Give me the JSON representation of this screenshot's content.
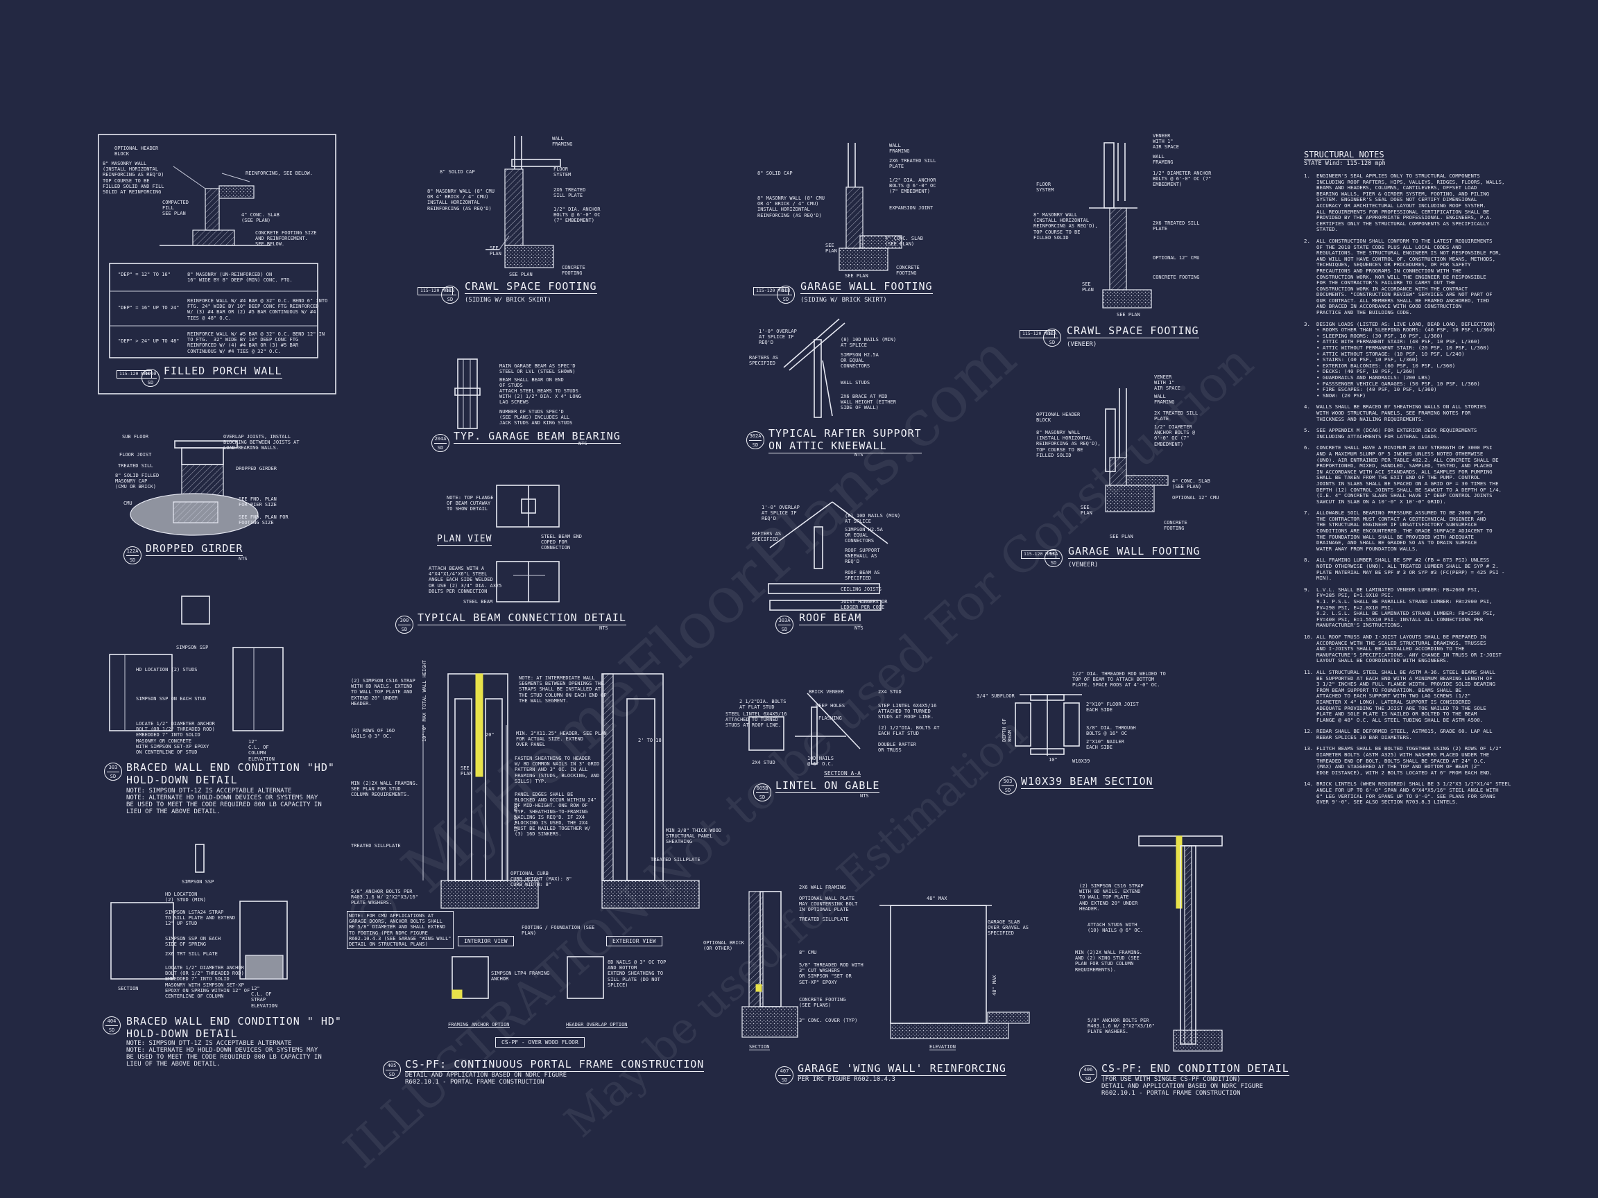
{
  "colors": {
    "background": "#232842",
    "linework": "#e6e8f2",
    "highlight": "#e8e24a",
    "stone": "#8f939f"
  },
  "watermark": {
    "line1": "© MyHomeFloorPlans.com",
    "line2": "ILLUSTRATION Not to be used For Construction",
    "line3": "May be used for Estimation"
  },
  "filled_porch": {
    "title": "FILLED PORCH WALL",
    "mph": "115-120\nMPH",
    "bubble": [
      "1060",
      "SD"
    ],
    "labels": {
      "header": "OPTIONAL HEADER\nBLOCK",
      "wall": "8\" MASONRY WALL\n(INSTALL HORIZONTAL\nREINFORCING AS REQ'D)\nTOP COURSE TO BE\nFILLED SOLID AND FILL\nSOLID AT REINFORCING",
      "reinf": "REINFORCING, SEE BELOW.",
      "slab": "4\" CONC. SLAB\n(SEE PLAN)",
      "footing": "CONCRETE FOOTING SIZE\nAND REINFORCEMENT.\nSEE BELOW.",
      "fill": "COMPACTED\nFILL\nSEE PLAN"
    },
    "table": [
      {
        "k": "\"DEP\" = 12\" TO 16\"",
        "v": "8\" MASONRY (UN-REINFORCED) ON\n16\" WIDE BY 8\" DEEP (MIN) CONC. FTG."
      },
      {
        "k": "\"DEP\" = 16\" UP TO 24\"",
        "v": "REINFORCE WALL W/ #4 BAR @ 32\" O.C. BEND 6\" INTO\nFTG. 24\" WIDE BY 10\" DEEP CONC FTG REINFORCED\nW/ (3) #4 BAR OR (2) #5 BAR CONTINUOUS W/ #4\nTIES @ 48\" O.C."
      },
      {
        "k": "\"DEP\" > 24\" UP TO 48\"",
        "v": "REINFORCE WALL W/ #5 BAR @ 32\" O.C. BEND 12\" IN\nTO FTG.  32\" WIDE BY 10\" DEEP CONC FTG\nREINFORCED W/ (4) #4 BAR OR (3) #5 BAR\nCONTINUOUS W/ #4 TIES @ 32\" O.C."
      }
    ]
  },
  "crawl_brick": {
    "title": "CRAWL SPACE FOOTING",
    "sub": "(SIDING W/ BRICK SKIRT)",
    "mph": "115-120\nMPH",
    "bubble": [
      "11B",
      "SD"
    ],
    "labels": {
      "framing": "WALL\nFRAMING",
      "cap": "8\" SOLID CAP",
      "wall": "8\" MASONRY WALL (8\" CMU\nOR 4\" BRICK / 4\" CMU)\nINSTALL HORIZONTAL\nREINFORCING (AS REQ'D)",
      "floor": "FLOOR\nSYSTEM",
      "sill": "2x6 TREATED\nSILL PLATE",
      "bolt": "1/2\" DIA. ANCHOR\nBOLTS @ 6'-0\" OC\n(7\" EMBEDMENT)",
      "footing": "CONCRETE\nFOOTING",
      "see": "SEE PLAN",
      "grade": "SEE\nPLAN"
    }
  },
  "garage_brick": {
    "title": "GARAGE WALL FOOTING",
    "sub": "(SIDING W/ BRICK SKIRT)",
    "mph": "115-120\nMPH",
    "bubble": [
      "11B",
      "SD"
    ],
    "labels": {
      "framing": "WALL\nFRAMING",
      "cap": "8\" SOLID CAP",
      "sill": "2x6 TREATED SILL\nPLATE",
      "bolt": "1/2\" DIA. ANCHOR\nBOLTS @ 6'-0\" OC\n(7\" EMBEDMENT)",
      "wall": "8\" MASONRY WALL (8\" CMU\nOR 4\" BRICK / 4\" CMU)\nINSTALL HORIZONTAL\nREINFORCING (AS REQ'D)",
      "exp": "EXPANSION JOINT",
      "slab": "4\" CONC. SLAB\n(SEE PLAN)",
      "footing": "CONCRETE\nFOOTING",
      "see": "SEE PLAN",
      "grade": "SEE\nPLAN"
    }
  },
  "crawl_veneer": {
    "title": "CRAWL SPACE FOOTING",
    "sub": "(VENEER)",
    "mph": "115-120\nMPH",
    "bubble": [
      "12A",
      "SD"
    ],
    "labels": {
      "veneer": "VENEER\nWITH 1\"\nAIR SPACE",
      "framing": "WALL\nFRAMING",
      "bolt": "1/2\" DIAMETER ANCHOR\nBOLTS @ 6'-0\" OC (7\"\nEMBEDMENT)",
      "floor": "FLOOR\nSYSTEM",
      "wall": "8\" MASONRY WALL\n(INSTALL HORIZONTAL\nREINFORCING AS REQ'D),\nTOP COURSE TO BE\nFILLED SOLID",
      "sill": "2x6 TREATED SILL\nPLATE",
      "cmu": "OPTIONAL 12\" CMU",
      "footing": "CONCRETE FOOTING",
      "see": "SEE PLAN",
      "grade": "SEE\nPLAN"
    }
  },
  "garage_veneer": {
    "title": "GARAGE WALL FOOTING",
    "sub": "(VENEER)",
    "mph": "115-120\nMPH",
    "bubble": [
      "13A",
      "SD"
    ],
    "labels": {
      "veneer": "VENEER\nWITH 1\"\nAIR SPACE",
      "framing": "WALL\nFRAMING",
      "sill": "2x TREATED SILL\nPLATE",
      "bolt": "1/2\" DIAMETER\nANCHOR BOLTS @\n6'-0\" OC (7\"\nEMBEDMENT)",
      "header": "OPTIONAL HEADER\nBLOCK",
      "wall": "8\" MASONRY WALL\n(INSTALL HORIZONTAL\nREINFORCING AS REQ'D),\nTOP COURSE TO BE\nFILLED SOLID",
      "slab": "4\" CONC. SLAB\n(SEE PLAN)",
      "cmu": "OPTIONAL 12\" CMU",
      "footing": "CONCRETE\nFOOTING",
      "see": "SEE PLAN",
      "grade": "SEE\nPLAN"
    }
  },
  "garage_beam": {
    "title": "TYP. GARAGE BEAM BEARING",
    "nts": "NTS",
    "bubble": [
      "204A",
      "SD"
    ],
    "labels": {
      "a": "MAIN GARAGE BEAM AS SPEC'D\nSTEEL OR LVL (STEEL SHOWN)",
      "b": "BEAM SHALL BEAR ON END\nOF STUDS",
      "c": "ATTACH STEEL BEAMS TO STUDS\nWITH (2) 1/2\" DIA. X 4\" LONG\nLAG SCREWS",
      "d": "NUMBER OF STUDS SPEC'D\n(SEE PLANS) INCLUDES ALL\nJACK STUDS AND KING STUDS"
    }
  },
  "rafter_support": {
    "title": "TYPICAL RAFTER SUPPORT\nON ATTIC KNEEWALL",
    "nts": "NTS",
    "bubble": [
      "302A",
      "SD"
    ],
    "labels": {
      "overlap": "1'-0\" OVERLAP\nAT SPLICE IF\nREQ'D",
      "rafters": "RAFTERS AS\nSPECIFIED",
      "nails": "(8) 10d NAILS (MIN)\nAT SPLICE",
      "simp": "SIMPSON H2.5A\nOR EQUAL\nCONNECTORS",
      "studs": "WALL STUDS",
      "brace": "2x6 BRACE AT MID\nWALL HEIGHT (EITHER\nSIDE OF WALL)"
    }
  },
  "beam_conn": {
    "title": "TYPICAL BEAM CONNECTION DETAIL",
    "nts": "NTS",
    "bubble": [
      "300",
      "SD"
    ],
    "plan": "PLAN VIEW",
    "labels": {
      "note": "NOTE: TOP FLANGE\nOF BEAM CUTAWAY\nTO SHOW DETAIL",
      "end": "STEEL BEAM END\nCOPED FOR\nCONNECTION",
      "attach": "ATTACH BEAMS WITH A\n4\"x4\"x1/4\"x6\"L STEEL\nANGLE EACH SIDE WELDED\nOR USE (2) 3/4\" DIA. A325\nBOLTS PER CONNECTION",
      "steel": "STEEL BEAM"
    }
  },
  "roof_beam": {
    "title": "ROOF BEAM",
    "nts": "NTS",
    "bubble": [
      "303A",
      "SD"
    ],
    "labels": {
      "overlap": "1'-0\" OVERLAP\nAT SPLICE IF\nREQ'D",
      "rafters": "RAFTERS AS\nSPECIFIED",
      "nails": "(8) 10d NAILS (MIN)\nAT SPLICE",
      "simp": "SIMPSON H2.5A\nOR EQUAL\nCONNECTORS",
      "support": "ROOF SUPPORT\nKNEEWALL AS\nREQ'D",
      "beam": "ROOF BEAM AS\nSPECIFIED",
      "ceiling": "CEILING JOISTS",
      "joist": "JOIST HANGERS OR\nLEDGER PER CODE"
    }
  },
  "dropped_girder": {
    "title": "DROPPED GIRDER",
    "nts": "NTS",
    "bubble": [
      "122A",
      "SD"
    ],
    "labels": {
      "sub": "SUB FLOOR",
      "joist": "FLOOR JOIST",
      "sill": "TREATED SILL",
      "pier": "8\" SOLID FILLED\nMASONRY CAP\n(CMU OR BRICK)",
      "cmu": "CMU",
      "overlap": "OVERLAP JOISTS, INSTALL\nBLOCKING BETWEEN JOISTS AT\nLOAD BEARING WALLS.",
      "dropped": "DROPPED GIRDER",
      "ftg": "SEE FND. PLAN\nFOR PIER SIZE",
      "ftg2": "SEE FND. PLAN FOR\nFOOTING SIZE"
    }
  },
  "braced_303": {
    "title": "BRACED WALL END CONDITION \"HD\"\nHOLD-DOWN DETAIL",
    "bubble": [
      "303",
      "SD"
    ],
    "simpson": "SIMPSON SSP",
    "note": "NOTE: SIMPSON DTT-1Z IS ACCEPTABLE ALTERNATE\nNOTE: ALTERNATE HD HOLD-DOWN DEVICES OR SYSTEMS MAY\nBE USED TO MEET THE CODE REQUIRED 800 LB CAPACITY IN\nLIEU OF THE ABOVE DETAIL.",
    "labels": {
      "a": "HD LOCATION (2) STUDS",
      "b": "SIMPSON SSP ON EACH STUD",
      "c": "LOCATE 1/2\" DIAMETER ANCHOR\nBOLT (OR 1/2\" THREADED ROD)\nEMBEDDED 7\" INTO SOLID\nMASONRY OR CONCRETE\nWITH SIMPSON SET-XP EPOXY\nON CENTERLINE OF STUD",
      "d": "12\"\nC.L. OF\nCOLUMN\nELEVATION"
    }
  },
  "braced_404": {
    "title": "BRACED WALL END CONDITION \" HD\"\nHOLD-DOWN DETAIL",
    "bubble": [
      "404",
      "SD"
    ],
    "simpson": "SIMPSON SSP",
    "note": "NOTE: SIMPSON DTT-1Z IS ACCEPTABLE ALTERNATE\nNOTE: ALTERNATE HD HOLD-DOWN DEVICES OR SYSTEMS MAY\nBE USED TO MEET THE CODE REQUIRED 800 LB CAPACITY IN\nLIEU OF THE ABOVE DETAIL.",
    "labels": {
      "a": "HD LOCATION\n(2) STUD (MIN)",
      "b": "SIMPSON LSTA24 STRAP\nTO SILL PLATE AND EXTEND\n12\" UP STUD",
      "c": "SIMPSON SSP ON EACH\nSIDE OF SPRING",
      "d": "2x6 TRT SILL PLATE",
      "e": "LOCATE 1/2\" DIAMETER ANCHOR\nBOLT (OR 1/2\" THREADED ROD)\nEMBEDDED 7\" INTO SOLID\nMASONRY WITH SIMPSON SET-XP\nEPOXY ON SPRING WITHIN 12\" OF\nCENTERLINE OF COLUMN",
      "f": "12\"\nC.L. OF\nSTRAP\nELEVATION",
      "sec": "SECTION"
    }
  },
  "portal": {
    "title": "CS-PF: CONTINUOUS PORTAL FRAME CONSTRUCTION",
    "sub": "DETAIL AND APPLICATION BASED ON NDRC FIGURE\nR602.10.1 - PORTAL FRAME CONSTRUCTION",
    "bubble": [
      "405",
      "SD"
    ],
    "labels": {
      "strap": "(2) SIMPSON CS16 STRAP\nWITH 8d NAILS. EXTEND\nTO WALL TOP PLATE AND\nEXTEND 20\" UNDER\nHEADER.",
      "rows": "(2) ROWS OF 16d\nNAILS @ 3\" OC.",
      "note": "NOTE: AT INTERMEDIATE WALL\nSEGMENTS BETWEEN OPENINGS THE\nSTRAPS SHALL BE INSTALLED AT\nTHE STUD COLUMN ON EACH END OF\nTHE WALL SEGMENT.",
      "header": "MIN. 3\"x11.25\" HEADER. SEE PLAN\nFOR ACTUAL SIZE. EXTEND\nOVER PANEL",
      "sheath": "FASTEN SHEATHING TO HEADER\nW/ 8d COMMON NAILS IN 3\" GRID\nPATTERN AND 3\" OC. IN ALL\nFRAMING (STUDS, BLOCKING, AND\nSILLS) TYP.",
      "edges": "PANEL EDGES SHALL BE\nBLOCKED AND OCCUR WITHIN 24\"\nOF MID-HEIGHT. ONE ROW OF\nTYP. SHEATHING-TO-FRAMING\nNAILING IS REQ'D. IF 2x4\nBLOCKING IS USED, THE 2x4\nMUST BE NAILED TOGETHER W/\n(3) 16d SINKERS.",
      "min": "MIN (2)2X WALL FRAMING.\nSEE PLAN FOR STUD\nCOLUMN REQUIREMENTS.",
      "sill": "TREATED SILLPLATE",
      "anchor": "5/8\" ANCHOR BOLTS PER\nR403.1.6 W/ 2\"x2\"x3/16\"\nPLATE WASHERS.",
      "note2": "NOTE: FOR CMU APPLICATIONS AT\nGARAGE DOORS, ANCHOR BOLTS SHALL\nBE 5/8\" DIAMETER AND SHALL EXTEND\nTO FOOTING (PER NDRC FIGURE\nR602.10.4.3 (SEE GARAGE \"WING WALL\"\nDETAIL ON STRUCTURAL PLANS)",
      "curb": "OPTIONAL CURB\nCURB HEIGHT (MAX): 8\"\nCURB WIDTH: 8\"",
      "footing": "FOOTING / FOUNDATION (SEE\nPLAN)",
      "thick": "MIN 3/8\" THICK WOOD\nSTRUCTURAL PANEL\nSHEATHING",
      "sill2": "TREATED SILLPLATE",
      "int": "INTERIOR VIEW",
      "ext": "EXTERIOR VIEW",
      "frm": "FRAMING ANCHOR OPTION",
      "hdr": "HEADER OVERLAP OPTION",
      "lta": "SIMPSON LTP4 FRAMING\nANCHOR",
      "hn": "8d NAILS @ 3\" OC TOP\nAND BOTTOM\nEXTEND SHEATHING TO\nSILL PLATE (DO NOT\nSPLICE)",
      "over": "CS-PF - OVER WOOD FLOOR",
      "dim1": "2' TO 18'",
      "dim2": "10'-0\" MAX TOTAL WALL HEIGHT",
      "dim3": "12'-0\" MAX",
      "dim4": "20\"",
      "see": "SEE\nPLAN"
    }
  },
  "lintel": {
    "title": "LINTEL ON GABLE",
    "nts": "NTS",
    "bubble": [
      "605B",
      "SD"
    ],
    "sec": "SECTION A-A",
    "labels": {
      "bolts": "2 1/2\"dia. BOLTS\nAT FLAT STUD",
      "steel": "STEEL LINTEL 6x4x5/16\nATTACHED TO TURNED\nSTUDS AT ROOF LINE.",
      "brick": "BRICK VENEER",
      "weep": "WEEP HOLES",
      "flash": "FLASHING",
      "stud": "2x4 STUD",
      "nails": "10d NAILS\n@ 6\" O.C.",
      "right": "2x4 STUD",
      "lintel2": "STEP LINTEL 6x4x5/16\nATTACHED TO TURNED\nSTUDS AT ROOF LINE.",
      "bolt2": "(2) 1/2\"dia. BOLTS AT\nEACH FLAT STUD",
      "dbl": "DOUBLE RAFTER\nOR TRUSS"
    }
  },
  "w10": {
    "title": "W10x39 BEAM SECTION",
    "bubble": [
      "503",
      "SD"
    ],
    "labels": {
      "sub": "3/4\" SUBFLOOR",
      "rod": "1/2\" DIA. THREADED ROD WELDED TO\nTOP OF BEAM TO ATTACH BOTTOM\nPLATE. SPACE RODS AT 4'-0\" OC.",
      "joist": "2\"x10\" FLOOR JOIST\nEACH SIDE",
      "bolts": "3/8\" DIA. THROUGH\nBOLTS @ 16\" OC",
      "nailer": "2\"x10\" NAILER\nEACH SIDE",
      "w": "W10x39",
      "depth": "DEPTH OF\nBEAM",
      "dim": "10\""
    }
  },
  "wing": {
    "title": "GARAGE 'WING WALL' REINFORCING",
    "sub": "PER IRC FIGURE R602.10.4.3",
    "bubble": [
      "407",
      "SD"
    ],
    "labels": {
      "plate": "2x6 WALL FRAMING",
      "top": "OPTIONAL WALL PLATE\nMAY COUNTERSINK BOLT\nIN OPTIONAL PLATE",
      "sill": "TREATED SILLPLATE",
      "brick": "OPTIONAL BRICK\n(OR OTHER)",
      "cmu": "8\" CMU",
      "rod": "5/8\" THREADED ROD WITH\n3\" CUT WASHERS\nOR SIMPSON \"SET OR\nSET-XP\" EPOXY",
      "footing": "CONCRETE FOOTING\n(SEE PLANS)",
      "cover": "3\" CONC. COVER (TYP)",
      "slab": "GARAGE SLAB\nOVER GRAVEL AS\nSPECIFIED",
      "max": "48\" MAX",
      "max2": "48\" MAX",
      "sec": "SECTION",
      "elev": "ELEVATION"
    }
  },
  "end_cond": {
    "title": "CS-PF: END CONDITION DETAIL",
    "sub": "(FOR USE WITH SINGLE CS-PF CONDITION)\nDETAIL AND APPLICATION BASED ON NDRC FIGURE\nR602.10.1 - PORTAL FRAME CONSTRUCTION",
    "bubble": [
      "406",
      "SD"
    ],
    "labels": {
      "strap": "(2) SIMPSON CS16 STRAP\nWITH 8d NAILS. EXTEND\nTO WALL TOP PLATE\nAND EXTEND 20\" UNDER\nHEADER.",
      "attach": "ATTACH STUDS WITH\n(10) NAILS @ 6\" OC.",
      "min": "MIN (2)2X WALL FRAMING.\nAND (2) KING STUD (SEE\nPLAN FOR STUD COLUMN\nREQUIREMENTS).",
      "anchor": "5/8\" ANCHOR BOLTS PER\nR403.1.6 W/ 2\"x2\"x3/16\"\nPLATE WASHERS."
    }
  },
  "notes": {
    "title": "STRUCTURAL NOTES",
    "sub": "STATE Wind: 115-120 mph",
    "items": [
      {
        "n": "1.",
        "t": "ENGINEER'S SEAL APPLIES ONLY TO STRUCTURAL COMPONENTS\nINCLUDING ROOF RAFTERS, HIPS, VALLEYS, RIDGES, FLOORS, WALLS,\nBEAMS AND HEADERS, COLUMNS, CANTILEVERS, OFFSET LOAD\nBEARING WALLS, PIER & GIRDER SYSTEM, FOOTING, AND PILING\nSYSTEM.  ENGINEER'S SEAL DOES NOT CERTIFY DIMENSIONAL\nACCURACY OR ARCHITECTURAL LAYOUT INCLUDING ROOF SYSTEM.\nALL REQUIREMENTS FOR PROFESSIONAL CERTIFICATION SHALL BE\nPROVIDED BY THE APPROPRIATE PROFESSIONAL.  ENGINEERS, P.A.\nCERTIFIES ONLY THE STRUCTURAL COMPONENTS AS SPECIFICALLY\nSTATED."
      },
      {
        "n": "2.",
        "t": "ALL CONSTRUCTION SHALL CONFORM TO THE LATEST REQUIREMENTS\nOF THE 2018 STATE CODE PLUS ALL LOCAL CODES AND\nREGULATIONS. THE STRUCTURAL ENGINEER IS NOT RESPONSIBLE FOR,\nAND WILL NOT HAVE CONTROL OF, CONSTRUCTION MEANS, METHODS,\nTECHNIQUES, SEQUENCES OR PROCEDURES, OR FOR SAFETY\nPRECAUTIONS AND PROGRAMS IN CONNECTION WITH THE\nCONSTRUCTION WORK, NOR WILL THE ENGINEER BE RESPONSIBLE\nFOR THE CONTRACTOR'S FAILURE TO CARRY OUT THE\nCONSTRUCTION WORK IN ACCORDANCE WITH THE CONTRACT\nDOCUMENTS. \"CONSTRUCTION REVIEW\" SERVICES ARE NOT PART OF\nOUR CONTRACT. ALL MEMBERS SHALL BE FRAMED ANCHORED, TIED\nAND BRACED IN ACCORDANCE WITH GOOD CONSTRUCTION\nPRACTICE AND THE BUILDING CODE."
      },
      {
        "n": "3.",
        "t": "DESIGN LOADS (LISTED AS: LIVE LOAD, DEAD LOAD, DEFLECTION)\n•  ROOMS OTHER THAN SLEEPING ROOMS: (40 PSF, 10 PSF, L/360)\n•  SLEEPING ROOMS: (30 PSF, 10 PSF, L/360)\n•  ATTIC WITH PERMANENT STAIR: (40 PSF, 10 PSF, L/360)\n•  ATTIC WITHOUT PERMANENT STAIR: (20 PSF, 10 PSF, L/360)\n•  ATTIC WITHOUT STORAGE: (10 PSF, 10 PSF, L/240)\n•  STAIRS: (40 PSF, 10 PSF, L/360)\n•  EXTERIOR BALCONIES: (60 PSF, 10 PSF, L/360)\n•  DECKS: (40 PSF, 10 PSF, L/360)\n•  GUARDRAILS AND HANDRAILS: (200 LBS)\n•  PASSSENGER VEHICLE GARAGES: (50 PSF, 10 PSF, L/360)\n•  FIRE ESCAPES: (40 PSF, 10 PSF, L/360)\n•  SNOW: (20 PSF)"
      },
      {
        "n": "4.",
        "t": "WALLS SHALL BE BRACED BY SHEATHING WALLS ON ALL STORIES\nWITH WOOD STRUCTURAL PANELS, SEE FRAMING NOTES FOR\nTHICKNESS AND NAILING REQUIREMENTS."
      },
      {
        "n": "5.",
        "t": "SEE APPENDIX M (DCA6) FOR EXTERIOR DECK REQUIREMENTS\nINCLUDING ATTACHMENTS FOR LATERAL LOADS."
      },
      {
        "n": "6.",
        "t": "CONCRETE SHALL HAVE A MINIMUM 28 DAY STRENGTH OF 3000 PSI\nAND A MAXIMUM SLUMP OF 5 INCHES UNLESS NOTED OTHERWISE\n(UNO). AIR ENTRAINED PER TABLE 402.2. ALL CONCRETE SHALL BE\nPROPORTIONED, MIXED, HANDLED, SAMPLED, TESTED, AND PLACED\nIN ACCORDANCE WITH ACI STANDARDS. ALL SAMPLES FOR PUMPING\nSHALL BE TAKEN FROM THE EXIT END OF THE PUMP. CONTROL\nJOINTS IN SLABS SHALL BE SPACED ON A GRID OF = 30 TIMES THE\nDEPTH (12) CONTROL JOINTS SHALL BE SAWCUT TO A DEPTH OF 1/4.\n(I.E. 4\" CONCRETE SLABS SHALL HAVE 1\" DEEP CONTROL JOINTS\nSAWCUT IN SLAB ON A 10'-0\" x 10'-0\" GRID)."
      },
      {
        "n": "7.",
        "t": "ALLOWABLE SOIL BEARING PRESSURE ASSUMED TO BE 2000 PSF.\nTHE CONTRACTOR MUST CONTACT A GEOTECHNICAL ENGINEER AND\nTHE STRUCTURAL ENGINEER IF UNSATISFACTORY SUBSURFACE\nCONDITIONS ARE ENCOUNTERED. THE GRADE SURFACE ADJACENT TO\nTHE FOUNDATION WALL SHALL BE PROVIDED WITH ADEQUATE\nDRAINAGE, AND SHALL BE GRADED SO AS TO DRAIN SURFACE\nWATER AWAY FROM FOUNDATION WALLS."
      },
      {
        "n": "8.",
        "t": "ALL FRAMING LUMBER SHALL BE SPF #2 (Fb = 875 PSI) UNLESS\nNOTED OTHERWISE (UNO). ALL TREATED LUMBER SHALL BE SYP # 2.\nPLATE MATERIAL MAY BE SPF # 3 OR SYP #3 (Fc(perp) = 425 PSI -\nMIN)."
      },
      {
        "n": "9.",
        "t": "L.V.L.  SHALL BE LAMINATED VENEER LUMBER: Fb=2600 PSI,\nFv=285 PSI, E=1.9x10  PSI.\n9.1.     P.S.L.  SHALL BE PARALLEL STRAND LUMBER: Fb=2900 PSI,\n        Fv=290 PSI, E=2.0x10  PSI.\n9.2.     L.S.L.  SHALL BE LAMINATED STRAND LUMBER: Fb=2250 PSI,\n        Fv=400 PSI, E=1.55x10  PSI. INSTALL ALL CONNECTIONS PER\n        MANUFACTURER'S INSTRUCTIONS."
      },
      {
        "n": "10.",
        "t": "ALL ROOF TRUSS AND I-JOIST LAYOUTS SHALL BE PREPARED IN\nACCORDANCE WITH THE SEALED STRUCTURAL DRAWINGS. TRUSSES\nAND I-JOISTS SHALL BE INSTALLED ACCORDING TO THE\nMANUFACTURE'S SPECIFICATIONS. ANY CHANGE IN TRUSS OR I-JOIST\nLAYOUT SHALL BE COORDINATED WITH  ENGINEERS."
      },
      {
        "n": "11.",
        "t": "ALL STRUCTURAL STEEL SHALL BE ASTM A-36. STEEL BEAMS SHALL\nBE SUPPORTED AT EACH END WITH A MINIMUM BEARING LENGTH OF\n3 1/2\" INCHES AND FULL FLANGE WIDTH. PROVIDE SOLID BEARING\nFROM BEAM SUPPORT TO FOUNDATION. BEAMS SHALL BE\nATTACHED TO EACH SUPPORT WITH TWO LAG SCREWS (1/2\"\nDIAMETER x 4\" LONG). LATERAL SUPPORT IS CONSIDERED\nADEQUATE PROVIDING THE JOIST ARE TOE NAILED TO THE SOLE\nPLATE AND SOLE PLATE IS NAILED OR BOLTED TO THE BEAM\nFLANGE @ 48\" O.C. ALL STEEL TUBING SHALL BE ASTM A500."
      },
      {
        "n": "12.",
        "t": "REBAR SHALL BE DEFORMED STEEL, ASTM615, GRADE 60.  LAP ALL\nREBAR SPLICES 30 BAR DIAMETERS."
      },
      {
        "n": "13.",
        "t": "FLITCH BEAMS SHALL BE BOLTED TOGETHER USING (2) ROWS OF 1/2\"\nDIAMETER BOLTS (ASTM A325) WITH WASHERS PLACED UNDER THE\nTHREADED END OF BOLT. BOLTS SHALL BE SPACED AT 24\" O.C.\n(MAX) AND STAGGERED AT THE TOP AND BOTTOM OF BEAM (2\"\nEDGE DISTANCE), WITH 2 BOLTS LOCATED AT 6\" FROM EACH END."
      },
      {
        "n": "14.",
        "t": "BRICK LINTELS (WHEN REQUIRED) SHALL BE 3 1/2\"x3 1/2\"x1/4\" STEEL\nANGLE FOR UP TO 6'-0\" SPAN AND 6\"x4\"x5/16\" STEEL ANGLE WITH\n6\" LEG VERTICAL FOR SPANS UP TO 9'-0\". SEE PLANS FOR SPANS\nOVER 9'-0\". SEE ALSO SECTION R703.8.3 LINTELS."
      }
    ]
  }
}
